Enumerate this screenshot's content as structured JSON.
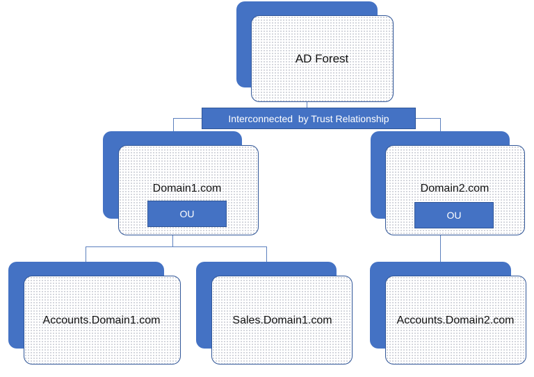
{
  "root": {
    "label": "AD Forest"
  },
  "trust_bar": {
    "label": "Interconnected  by Trust Relationship"
  },
  "domains": [
    {
      "label": "Domain1.com",
      "ou_label": "OU"
    },
    {
      "label": "Domain2.com",
      "ou_label": "OU"
    }
  ],
  "subdomains": [
    {
      "label": "Accounts.Domain1.com"
    },
    {
      "label": "Sales.Domain1.com"
    },
    {
      "label": "Accounts.Domain2.com"
    }
  ],
  "colors": {
    "node_fill": "#4472c4",
    "node_border": "#2f5597",
    "connector": "#5b7fbd"
  }
}
